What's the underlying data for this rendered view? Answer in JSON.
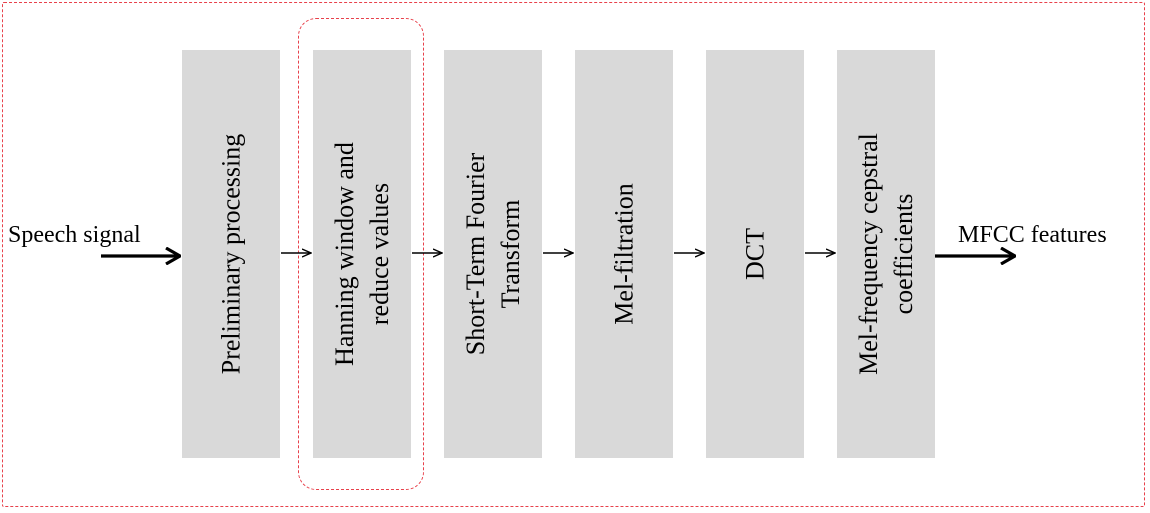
{
  "diagram": {
    "input_label": "Speech signal",
    "output_label": "MFCC features",
    "highlighted_step": 1,
    "accent_color": "#e8414b",
    "block_color": "#d9d9d9",
    "steps": [
      {
        "label": "Preliminary processing"
      },
      {
        "label": "Hanning window and\nreduce values"
      },
      {
        "label": "Short-Term Fourier\nTransform"
      },
      {
        "label": "Mel-filtration"
      },
      {
        "label": "DCT"
      },
      {
        "label": "Mel-frequency cepstral\ncoefficients"
      }
    ]
  }
}
